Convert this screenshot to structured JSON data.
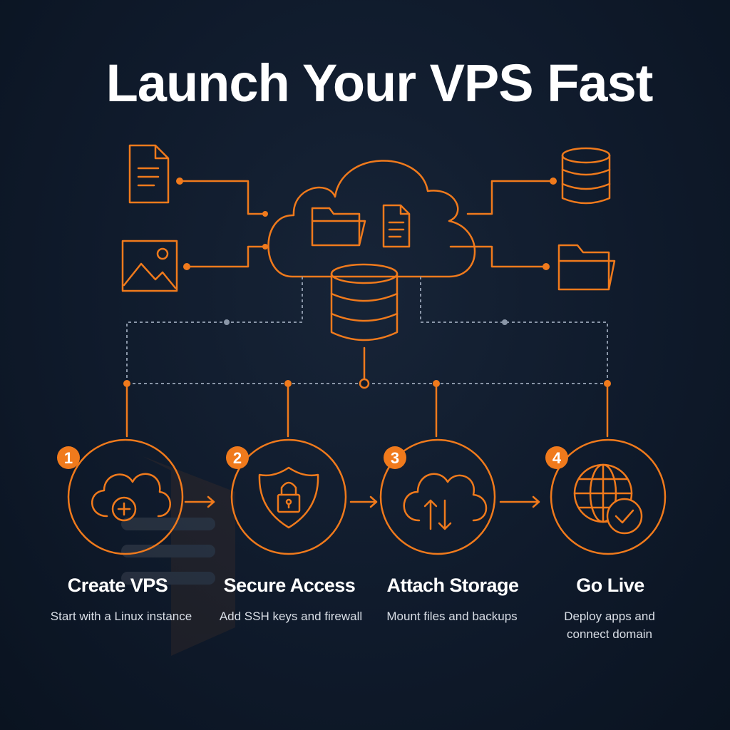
{
  "title": "Launch Your VPS Fast",
  "colors": {
    "accent": "#f07a1c",
    "background": "#0f1a2b",
    "dotted_line": "#8a96a8",
    "text": "#ffffff",
    "subtext": "#d9dee6"
  },
  "top_icons": [
    "document-icon",
    "image-icon",
    "cloud-icon",
    "folder-icon",
    "database-icon",
    "folder-icon"
  ],
  "steps": [
    {
      "number": "1",
      "title": "Create VPS",
      "desc": "Start with a Linux instance",
      "icon": "cloud-plus-icon"
    },
    {
      "number": "2",
      "title": "Secure Access",
      "desc": "Add SSH keys and firewall",
      "icon": "shield-lock-icon"
    },
    {
      "number": "3",
      "title": "Attach Storage",
      "desc": "Mount files and backups",
      "icon": "cloud-upload-download-icon"
    },
    {
      "number": "4",
      "title": "Go Live",
      "desc": "Deploy apps and connect domain",
      "icon": "globe-check-icon"
    }
  ]
}
